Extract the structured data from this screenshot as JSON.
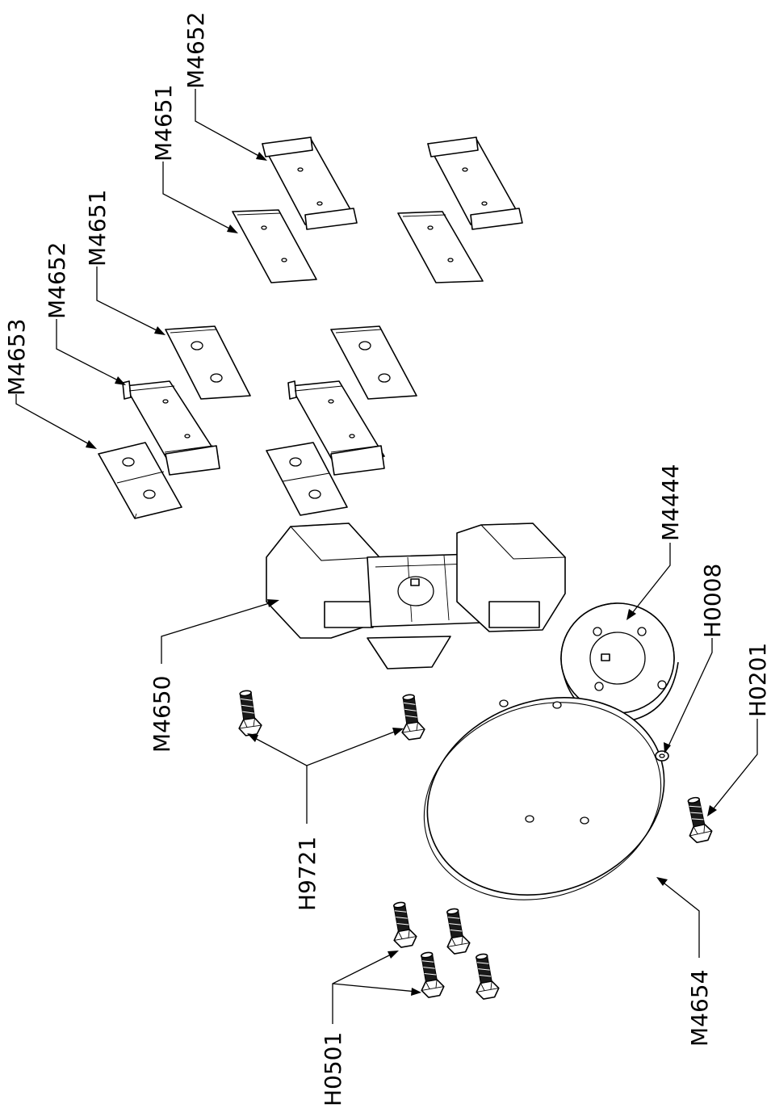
{
  "callouts": {
    "m4653": "M4653",
    "m4652_left": "M4652",
    "m4651_left": "M4651",
    "m4651_top": "M4651",
    "m4652_top": "M4652",
    "m4650": "M4650",
    "m4444": "M4444",
    "h0008": "H0008",
    "h0201": "H0201",
    "h9721": "H9721",
    "m4654": "M4654",
    "h0501": "H0501"
  }
}
